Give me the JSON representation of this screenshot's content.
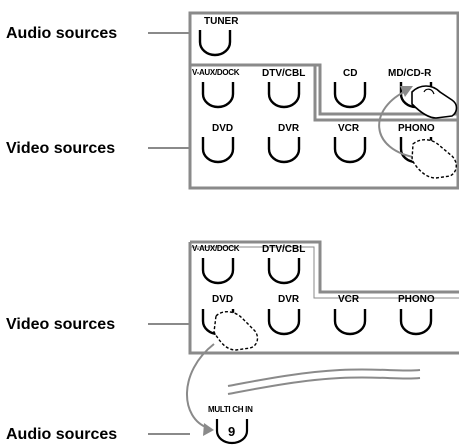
{
  "diagram1": {
    "labels": {
      "audio_sources": "Audio sources",
      "video_sources": "Video sources"
    },
    "buttons": {
      "tuner": "TUNER",
      "vaux_dock": "V-AUX/DOCK",
      "dtv_cbl": "DTV/CBL",
      "cd": "CD",
      "md_cdr": "MD/CD-R",
      "dvd": "DVD",
      "dvr": "DVR",
      "vcr": "VCR",
      "phono": "PHONO"
    }
  },
  "diagram2": {
    "labels": {
      "video_sources": "Video sources",
      "audio_sources": "Audio sources"
    },
    "buttons": {
      "vaux_dock": "V-AUX/DOCK",
      "dtv_cbl": "DTV/CBL",
      "dvd": "DVD",
      "dvr": "DVR",
      "vcr": "VCR",
      "phono": "PHONO",
      "multi_ch_in": "MULTI CH IN"
    },
    "multi_ch_key": "9"
  }
}
